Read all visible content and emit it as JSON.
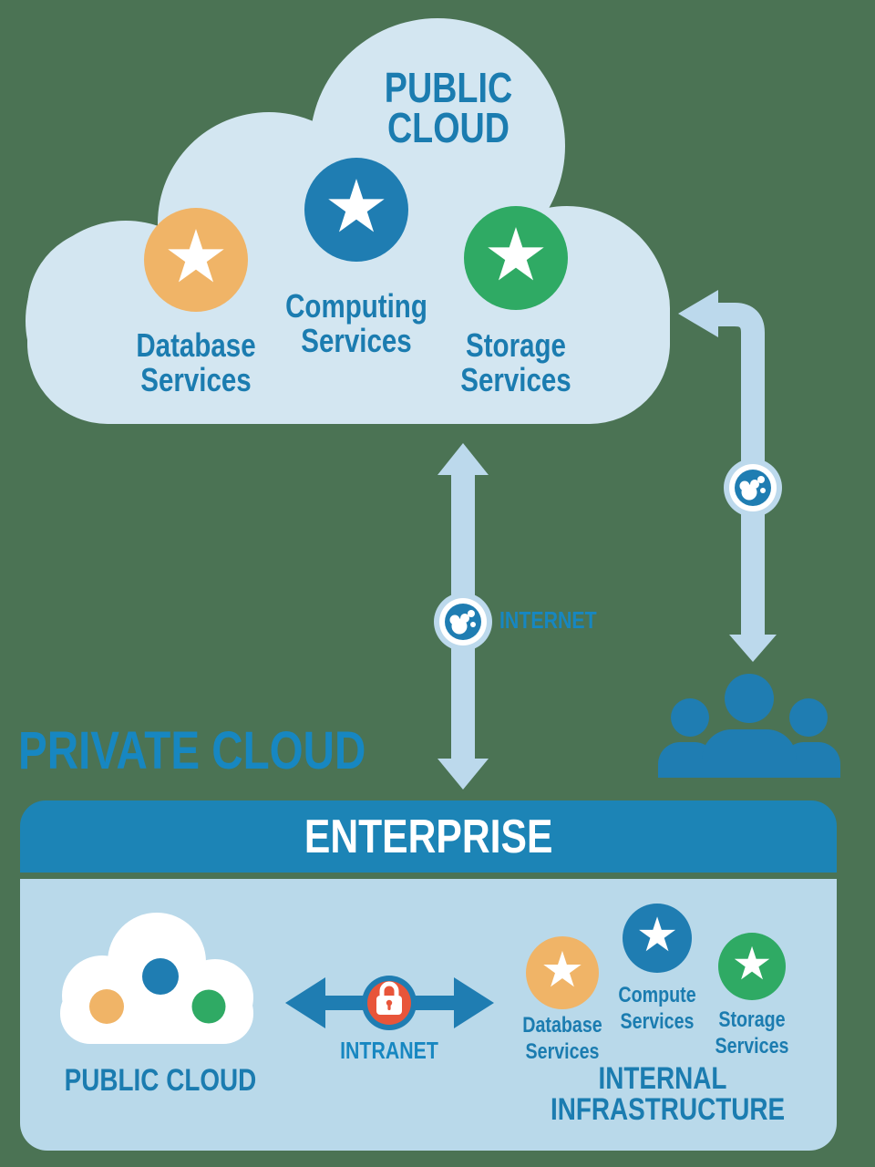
{
  "palette": {
    "background": "#4b7354",
    "cloud_light": "#d3e6f1",
    "panel_light": "#b9d9ea",
    "arrow_light": "#bcd9ec",
    "blue_primary": "#1f7db2",
    "blue_header": "#1c84b6",
    "blue_text": "#1b7cb0",
    "blue_bright": "#1787c1",
    "orange": "#f0b467",
    "green": "#2faa64",
    "lock_red": "#e8553a",
    "white": "#ffffff"
  },
  "icons": {
    "star": "★"
  },
  "public_cloud": {
    "title": "PUBLIC CLOUD",
    "services": [
      {
        "name": "Database Services",
        "color": "#f0b467"
      },
      {
        "name": "Computing Services",
        "color": "#1f7db2"
      },
      {
        "name": "Storage Services",
        "color": "#2faa64"
      }
    ]
  },
  "links": {
    "internet": "INTERNET",
    "intranet": "INTRANET"
  },
  "private_cloud": {
    "label": "PRIVATE CLOUD",
    "enterprise_title": "ENTERPRISE",
    "public_cloud_label": "PUBLIC CLOUD",
    "internal": {
      "title": "INTERNAL INFRASTRUCTURE",
      "services": [
        {
          "name": "Database Services",
          "color": "#f0b467"
        },
        {
          "name": "Compute Services",
          "color": "#1f7db2"
        },
        {
          "name": "Storage Services",
          "color": "#2faa64"
        }
      ]
    }
  }
}
